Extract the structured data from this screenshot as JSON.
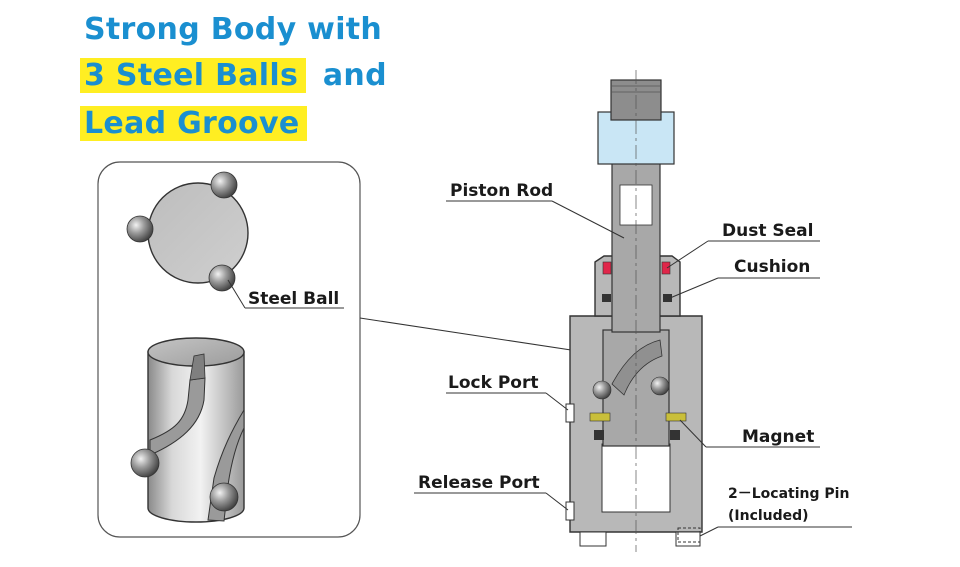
{
  "headline": {
    "line1": "Strong Body with",
    "line2_highlight": "3 Steel Balls",
    "line2_rest": "and",
    "line3_highlight": "Lead Groove"
  },
  "labels": {
    "steel_ball": "Steel Ball",
    "piston_rod": "Piston Rod",
    "dust_seal": "Dust Seal",
    "cushion": "Cushion",
    "lock_port": "Lock Port",
    "magnet": "Magnet",
    "release_port": "Release Port",
    "locating_pin_line1": "2－Locating Pin",
    "locating_pin_line2": "(Included)"
  },
  "colors": {
    "headline_blue": "#1a8fd0",
    "highlight_yellow": "#ffee22",
    "body_gray": "#b5b5b5",
    "rod_gray": "#a8a8a8",
    "nut_blue": "#c9e6f5",
    "seal_red": "#e0264a",
    "magnet_yellow": "#c9bf3a"
  }
}
